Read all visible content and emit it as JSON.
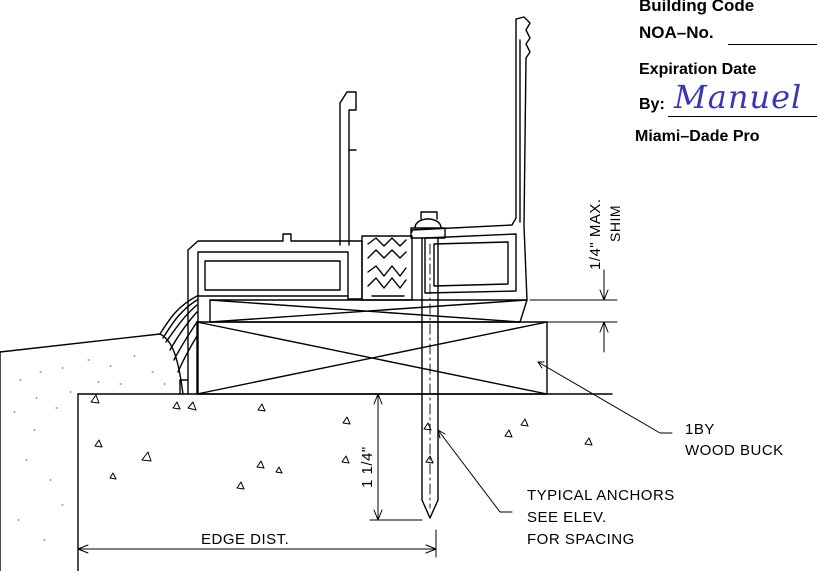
{
  "stamp": {
    "building_code": "Building Code",
    "noa_label": "NOA–No.",
    "expiration_label": "Expiration Date",
    "by_label": "By:",
    "signature": "Manuel",
    "product_control": "Miami–Dade Pro"
  },
  "labels": {
    "shim_dim": "1/4\" MAX.",
    "shim": "SHIM",
    "wood_buck_1": "1BY",
    "wood_buck_2": "WOOD BUCK",
    "embed_dim": "1 1/4\"",
    "anchors_1": "TYPICAL ANCHORS",
    "anchors_2": "SEE ELEV.",
    "anchors_3": "FOR SPACING",
    "edge_dist": "EDGE DIST."
  },
  "colors": {
    "line": "#000000",
    "signature_ink": "#3a36b8",
    "background": "#ffffff"
  }
}
